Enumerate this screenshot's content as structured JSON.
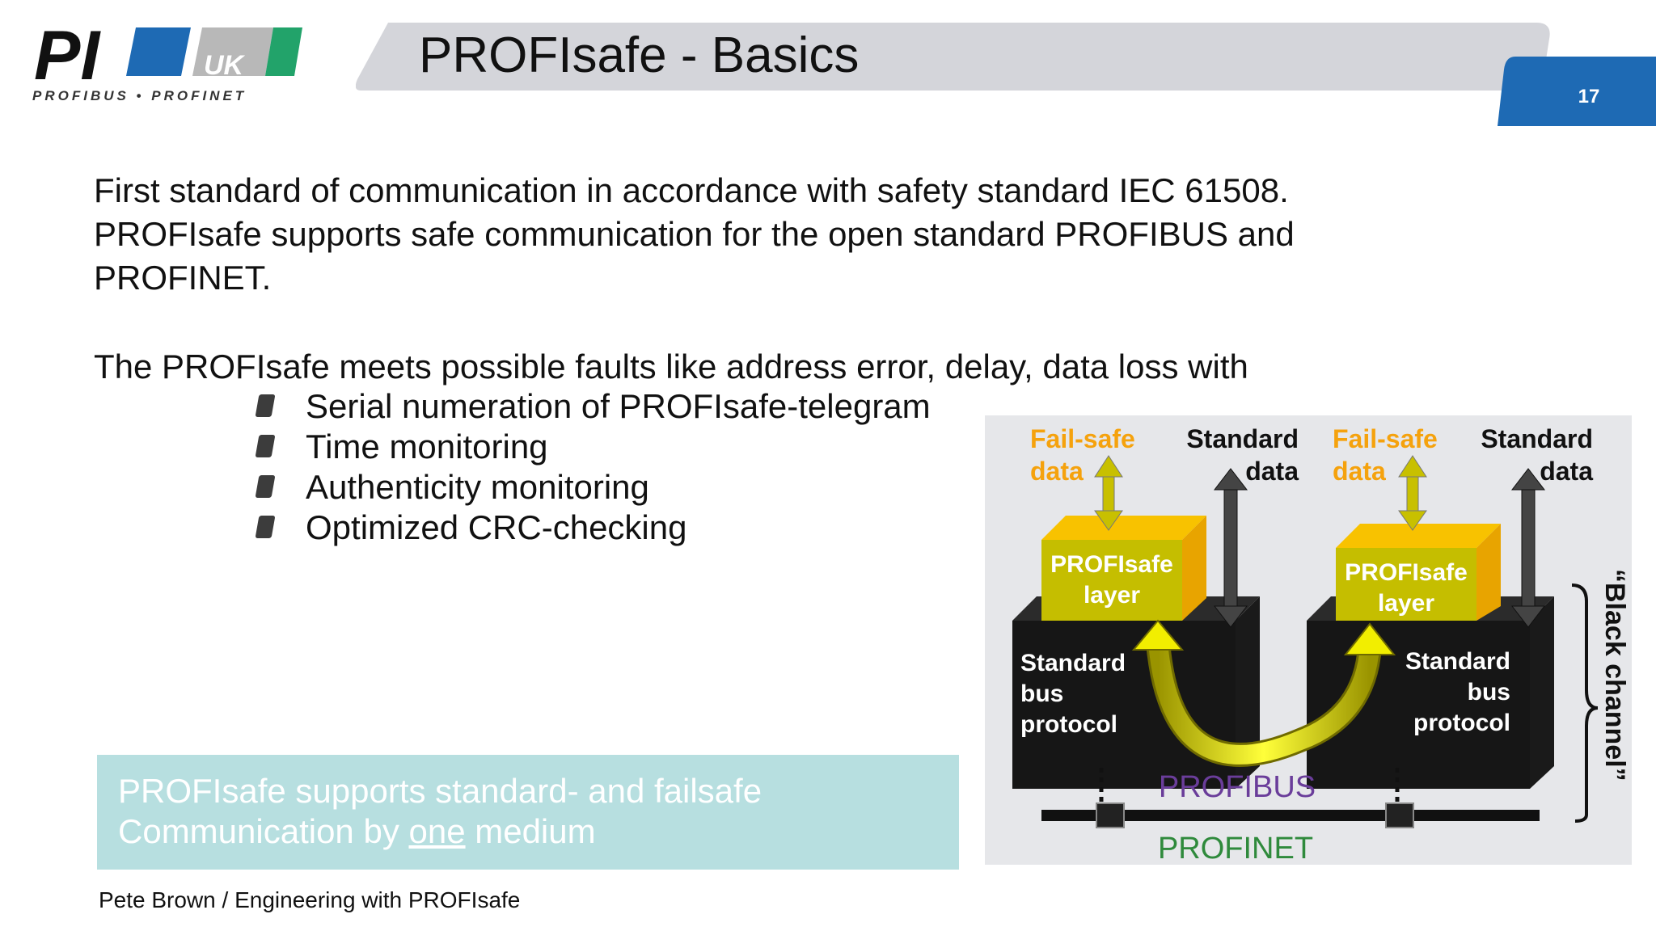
{
  "logo": {
    "main": "PI",
    "region": "UK",
    "tagline": "PROFIBUS • PROFINET"
  },
  "slide": {
    "title": "PROFIsafe - Basics",
    "page_number": "17"
  },
  "body": {
    "para1": [
      "First standard of communication in accordance with safety standard IEC 61508.",
      "PROFIsafe supports safe communication for the open standard PROFIBUS and",
      "PROFINET."
    ],
    "para2": "The PROFIsafe meets possible faults like address error, delay, data loss with",
    "bullets": [
      "Serial numeration of PROFIsafe-telegram",
      "Time monitoring",
      "Authenticity monitoring",
      "Optimized CRC-checking"
    ]
  },
  "callout": {
    "line1": "PROFIsafe supports standard- and failsafe",
    "line2_prefix": "Communication by ",
    "line2_emph": "one",
    "line2_suffix": " medium"
  },
  "diagram": {
    "left": {
      "failsafe_1": "Fail-safe",
      "failsafe_2": "data",
      "standard_1": "Standard",
      "standard_2": "data",
      "layer_1": "PROFIsafe",
      "layer_2": "layer",
      "bus_1": "Standard",
      "bus_2": "bus",
      "bus_3": "protocol"
    },
    "right": {
      "failsafe_1": "Fail-safe",
      "failsafe_2": "data",
      "standard_1": "Standard",
      "standard_2": "data",
      "layer_1": "PROFIsafe",
      "layer_2": "layer",
      "bus_1": "Standard",
      "bus_2": "bus",
      "bus_3": "protocol"
    },
    "network_1": "PROFIBUS",
    "network_2": "PROFINET",
    "black_channel": "“Black channel”"
  },
  "footer": "Pete Brown / Engineering with PROFIsafe",
  "colors": {
    "failsafe_orange": "#f5a20d",
    "layer_yellow": "#c8c000",
    "profibus_purple": "#6a3d9a",
    "profinet_green": "#2f8a3c",
    "callout_bg": "#b7dfe0",
    "logo_blue": "#1e6ab4",
    "logo_green": "#22a36a"
  }
}
